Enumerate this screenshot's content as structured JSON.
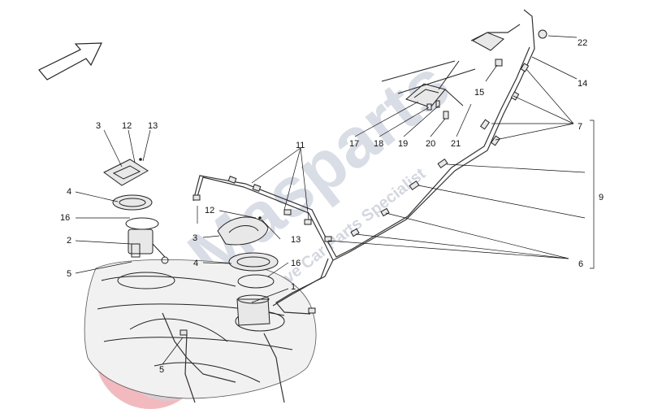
{
  "watermark": {
    "brand": "Masparts",
    "tagline": "Exclusive Car Parts Specialist",
    "colors": {
      "text": "#d9dde6",
      "emblem_red": "#e8828a",
      "emblem_grey": "#cfd3db"
    }
  },
  "callouts": {
    "c1": "1",
    "c2": "2",
    "c3a": "3",
    "c3b": "3",
    "c4a": "4",
    "c4b": "4",
    "c5a": "5",
    "c5b": "5",
    "c6": "6",
    "c7": "7",
    "c9": "9",
    "c11": "11",
    "c12a": "12",
    "c12b": "12",
    "c13a": "13",
    "c13b": "13",
    "c14": "14",
    "c15": "15",
    "c16a": "16",
    "c16b": "16",
    "c17": "17",
    "c18": "18",
    "c19": "19",
    "c20": "20",
    "c21": "21",
    "c22": "22"
  },
  "icons": {
    "orientation": "direction-arrow-icon"
  }
}
